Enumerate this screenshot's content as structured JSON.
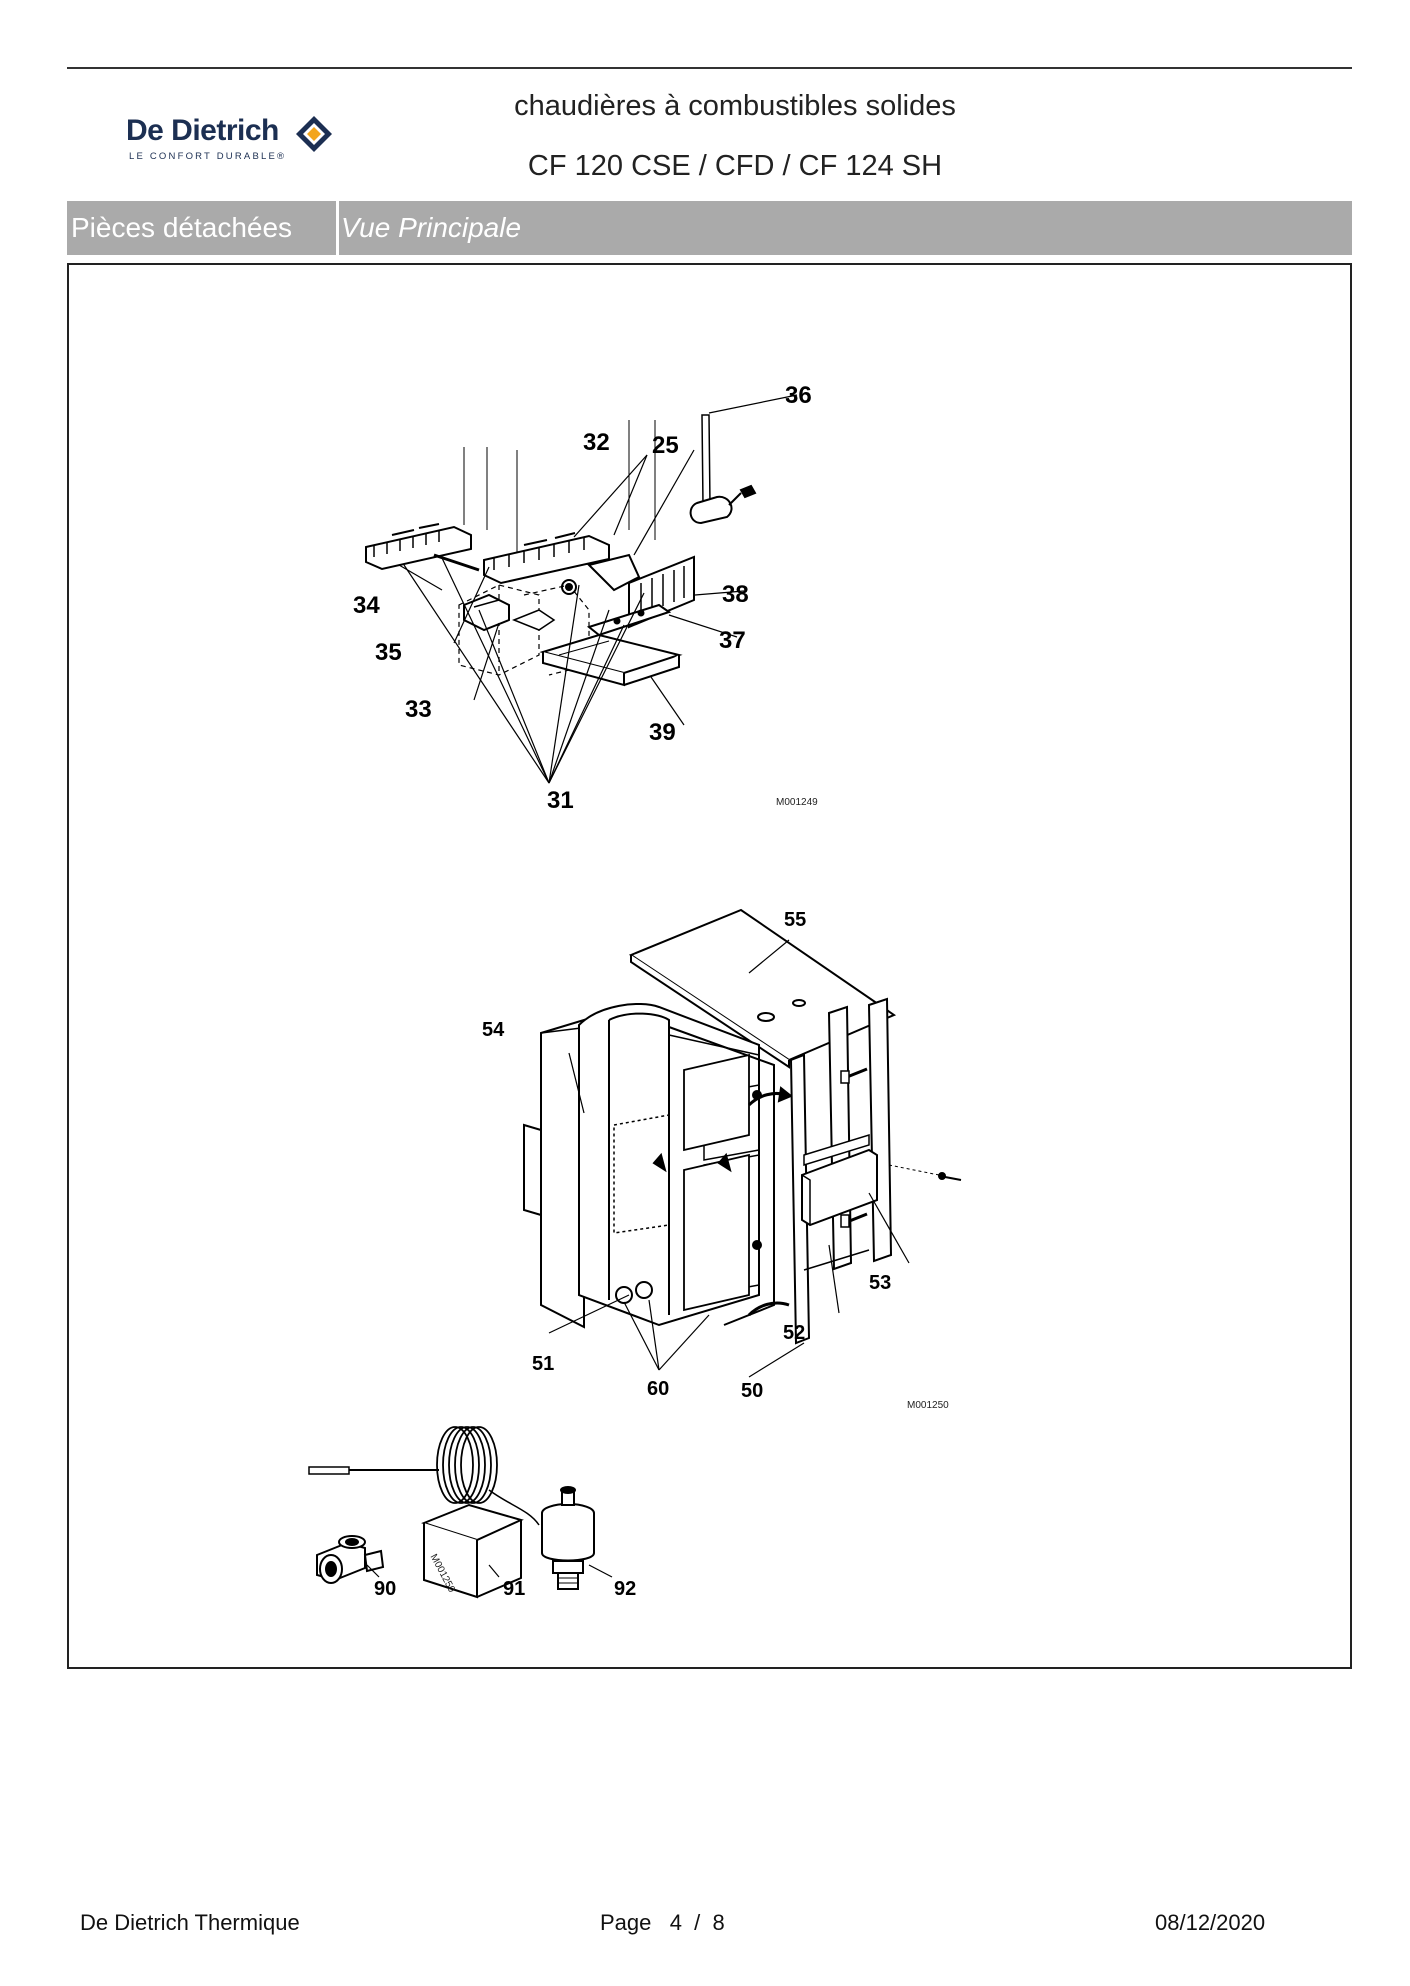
{
  "header": {
    "logo": {
      "wordmark": "De Dietrich",
      "tagline": "LE CONFORT DURABLE®"
    },
    "title_line1": "chaudières à combustibles solides",
    "title_line2": "CF 120 CSE / CFD / CF 124 SH"
  },
  "section": {
    "category": "Pièces détachées",
    "view": "Vue Principale"
  },
  "drawing": {
    "upper_ref": "M001249",
    "lower_ref": "M001250",
    "box_ref": "M001250",
    "callouts": {
      "c36": "36",
      "c32": "32",
      "c25": "25",
      "c38": "38",
      "c37": "37",
      "c34": "34",
      "c35": "35",
      "c33": "33",
      "c39": "39",
      "c31": "31",
      "c55": "55",
      "c54": "54",
      "c53": "53",
      "c52": "52",
      "c51": "51",
      "c60": "60",
      "c50": "50",
      "c90": "90",
      "c91": "91",
      "c92": "92"
    }
  },
  "footer": {
    "company": "De Dietrich Thermique",
    "page": "Page   4  /  8",
    "date": "08/12/2020"
  },
  "colors": {
    "brand_navy": "#1c2f52",
    "brand_orange": "#f3a51c",
    "section_bar": "#aaaaaa"
  }
}
